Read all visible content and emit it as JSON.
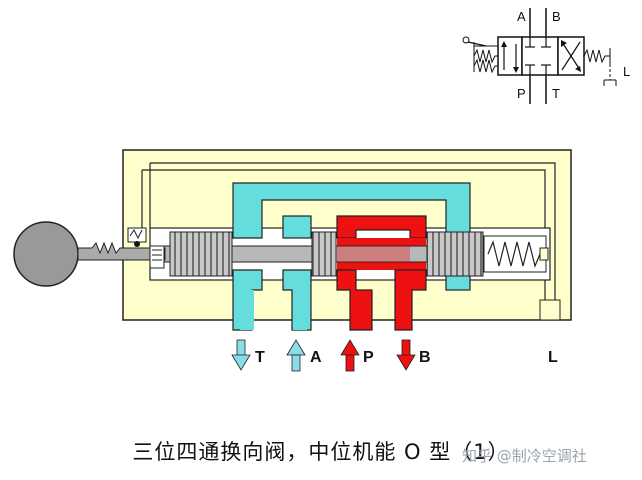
{
  "caption": "三位四通换向阀，中位机能 O 型（1）",
  "watermark": "知乎 @制冷空调社",
  "symbol": {
    "labels": {
      "a": "A",
      "b": "B",
      "p": "P",
      "t": "T",
      "l": "L"
    }
  },
  "ports": [
    {
      "id": "t",
      "label": "T",
      "flow": "out",
      "color": "#66ccdd"
    },
    {
      "id": "a",
      "label": "A",
      "flow": "in",
      "color": "#66ccdd"
    },
    {
      "id": "p",
      "label": "P",
      "flow": "in",
      "color": "#ee1111"
    },
    {
      "id": "b",
      "label": "B",
      "flow": "out",
      "color": "#ee1111"
    },
    {
      "id": "l",
      "label": "L",
      "flow": "none",
      "color": "#111111"
    }
  ],
  "colors": {
    "body": "#ffffcc",
    "return_oil": "#66dddd",
    "pressure_oil": "#ee1111",
    "spool": "#b8b8b8",
    "outline": "#222222"
  }
}
